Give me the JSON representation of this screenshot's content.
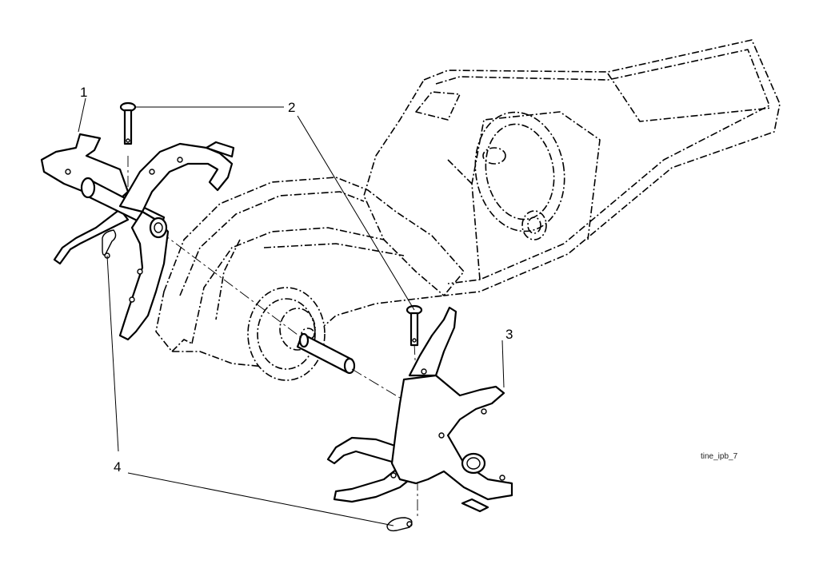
{
  "callouts": {
    "c1": "1",
    "c2": "2",
    "c3": "3",
    "c4": "4"
  },
  "figure_id": "tine_ipb_7",
  "icons": {
    "phantom": "tiller-gearbox-phantom",
    "tine_left": "tine-assembly-left",
    "tine_right": "tine-assembly-right",
    "pin": "clevis-pin",
    "clip": "hairpin-clip"
  }
}
